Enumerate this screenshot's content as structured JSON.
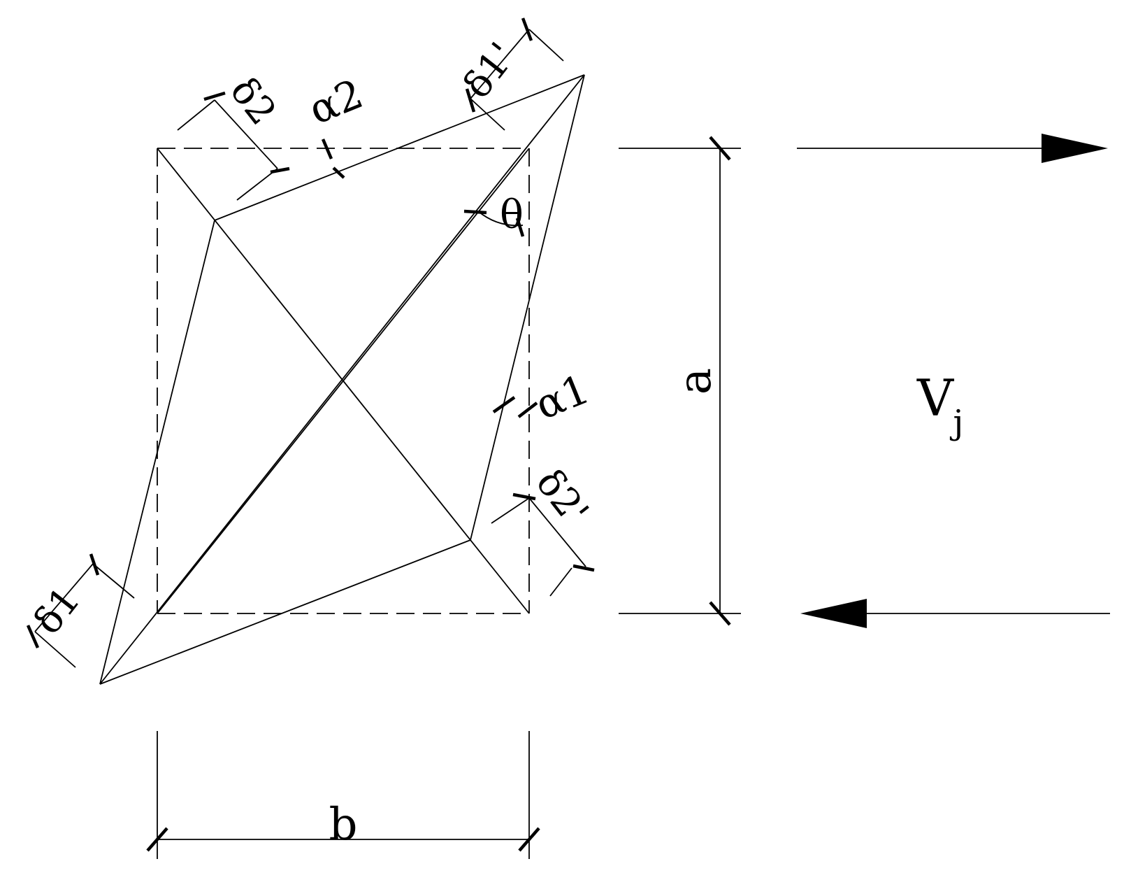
{
  "labels": {
    "delta1": "δ1",
    "delta1_prime": "δ1'",
    "delta2": "δ2",
    "delta2_prime": "δ2'",
    "alpha1": "α1",
    "alpha2": "α2",
    "theta": "θ",
    "a": "a",
    "b": "b",
    "V": "V",
    "j": "j"
  }
}
